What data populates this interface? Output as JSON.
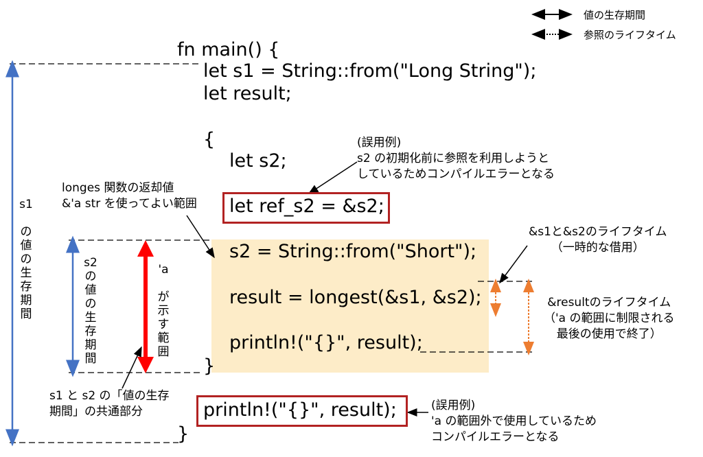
{
  "legend": {
    "lifetime_label": "値の生存期間",
    "ref_lifetime_label": "参照のライフタイム"
  },
  "code": {
    "line_fn": "fn main() {",
    "line_s1": "let s1 = String::from(\"Long String\");",
    "line_result_decl": "let result;",
    "line_open_brace": "{",
    "line_s2_decl": "let s2;",
    "line_ref_s2": "let ref_s2 = &s2;",
    "line_s2_assign": "s2 = String::from(\"Short\");",
    "line_result_assign": "result = longest(&s1, &s2);",
    "line_println_inner": "println!(\"{}\", result);",
    "line_close_inner": "}",
    "line_println_outer": "println!(\"{}\", result);",
    "line_close_fn": "}"
  },
  "annotations": {
    "error1": "(誤用例)\ns2 の初期化前に参照を利用しようと\nしているためコンパイルエラーとなる",
    "longes_range": "longes 関数の返却値\n&'a str を使ってよい範囲",
    "s1_lifetime_v": [
      "s1",
      "",
      "の",
      "値",
      "の",
      "生",
      "存",
      "期",
      "間"
    ],
    "s2_lifetime_v": [
      "s2",
      "の",
      "値",
      "の",
      "生",
      "存",
      "期",
      "間"
    ],
    "a_range_v": [
      "'a",
      "",
      "が",
      "示",
      "す",
      "範",
      "囲"
    ],
    "borrow_lifetime": "&s1と&s2のライフタイム\n（一時的な借用）",
    "result_lifetime": "&resultのライフタイム\n（'a の範囲に制限される\n最後の使用で終了）",
    "common_part": "s1 と s2 の「値の生存\n期間」の共通部分",
    "error2": "(誤用例)\n'a の範囲外で使用しているため\nコンパイルエラーとなる"
  },
  "colors": {
    "blue": "#4472c4",
    "red": "#ff0000",
    "dark_red": "#b22222",
    "orange": "#ed7d31",
    "highlight": "#fdecc8"
  }
}
